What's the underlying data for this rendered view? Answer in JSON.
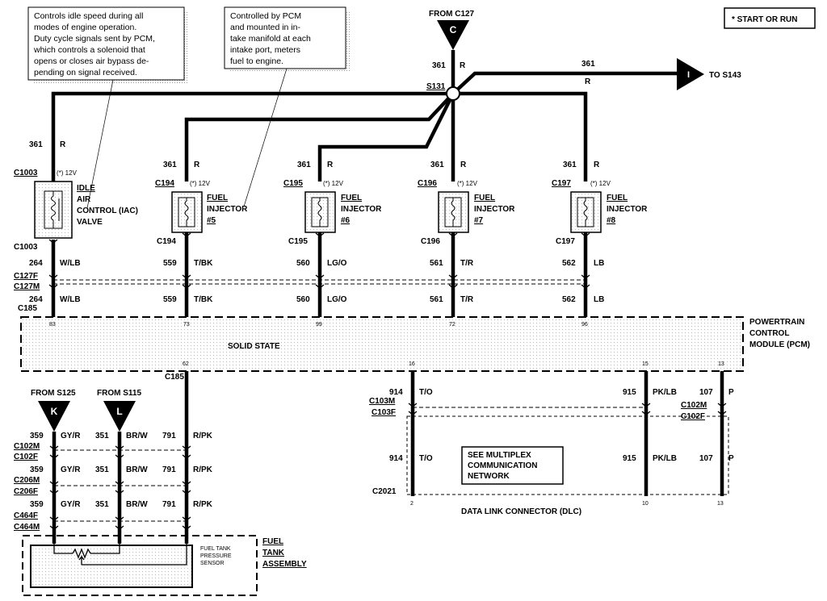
{
  "legend": {
    "label": "* START OR RUN"
  },
  "notes": {
    "iac": [
      "Controls idle speed during all",
      "modes of engine operation.",
      "Duty cycle signals sent by PCM,",
      "which controls a solenoid that",
      "opens or closes air bypass de-",
      "pending on signal received."
    ],
    "injector": [
      "Controlled by PCM",
      "and mounted in in-",
      "take manifold at each",
      "intake port, meters",
      "fuel to engine."
    ]
  },
  "sources": {
    "c127": {
      "label": "FROM C127",
      "letter": "C"
    },
    "s143": {
      "label": "TO S143",
      "letter": "I"
    },
    "s125": {
      "label": "FROM S125",
      "letter": "K"
    },
    "s115": {
      "label": "FROM S115",
      "letter": "L"
    }
  },
  "splice": {
    "label": "S131"
  },
  "main_wire": {
    "circuit": "361",
    "color": "R"
  },
  "voltage_label": "(*) 12V",
  "components": [
    {
      "id": "iac",
      "lines": [
        "IDLE",
        "AIR",
        "CONTROL (IAC)",
        "VALVE"
      ],
      "connector": "C1003",
      "circuit": "361",
      "color": "R",
      "out_circuit": "264",
      "out_color": "W/LB",
      "pin": "83"
    },
    {
      "id": "inj5",
      "lines": [
        "FUEL",
        "INJECTOR",
        "#5"
      ],
      "connector": "C194",
      "circuit": "361",
      "color": "R",
      "out_circuit": "559",
      "out_color": "T/BK",
      "pin": "73"
    },
    {
      "id": "inj6",
      "lines": [
        "FUEL",
        "INJECTOR",
        "#6"
      ],
      "connector": "C195",
      "circuit": "361",
      "color": "R",
      "out_circuit": "560",
      "out_color": "LG/O",
      "pin": "99"
    },
    {
      "id": "inj7",
      "lines": [
        "FUEL",
        "INJECTOR",
        "#7"
      ],
      "connector": "C196",
      "circuit": "361",
      "color": "R",
      "out_circuit": "561",
      "out_color": "T/R",
      "pin": "72"
    },
    {
      "id": "inj8",
      "lines": [
        "FUEL",
        "INJECTOR",
        "#8"
      ],
      "connector": "C197",
      "circuit": "361",
      "color": "R",
      "out_circuit": "562",
      "out_color": "LB",
      "pin": "96"
    }
  ],
  "connectors": {
    "c127f": "C127F",
    "c127m": "C127M",
    "c185": "C185",
    "c103m": "C103M",
    "c103f": "C103F",
    "c102m": "C102M",
    "c102f": "C102F",
    "c206m": "C206M",
    "c206f": "C206F",
    "c464f": "C464F",
    "c464m": "C464M",
    "c2021": "C2021"
  },
  "pcm": {
    "title": [
      "POWERTRAIN",
      "CONTROL",
      "MODULE (PCM)"
    ],
    "inner": "SOLID STATE",
    "pins": {
      "p62": "62",
      "p16": "16",
      "p15": "15",
      "p13": "13"
    }
  },
  "dlc_wires": [
    {
      "circuit": "914",
      "color": "T/O",
      "dlc_pin": "2"
    },
    {
      "circuit": "915",
      "color": "PK/LB",
      "dlc_pin": "10"
    },
    {
      "circuit": "107",
      "color": "P",
      "dlc_pin": "13"
    }
  ],
  "dlc": {
    "label": "DATA LINK CONNECTOR (DLC)",
    "note": [
      "SEE MULTIPLEX",
      "COMMUNICATION",
      "NETWORK"
    ]
  },
  "ftp_wires": [
    {
      "circuit": "359",
      "color": "GY/R"
    },
    {
      "circuit": "351",
      "color": "BR/W"
    },
    {
      "circuit": "791",
      "color": "R/PK"
    }
  ],
  "fuel_tank": {
    "title": [
      "FUEL",
      "TANK",
      "ASSEMBLY"
    ],
    "sensor": [
      "FUEL TANK",
      "PRESSURE",
      "SENSOR"
    ]
  }
}
